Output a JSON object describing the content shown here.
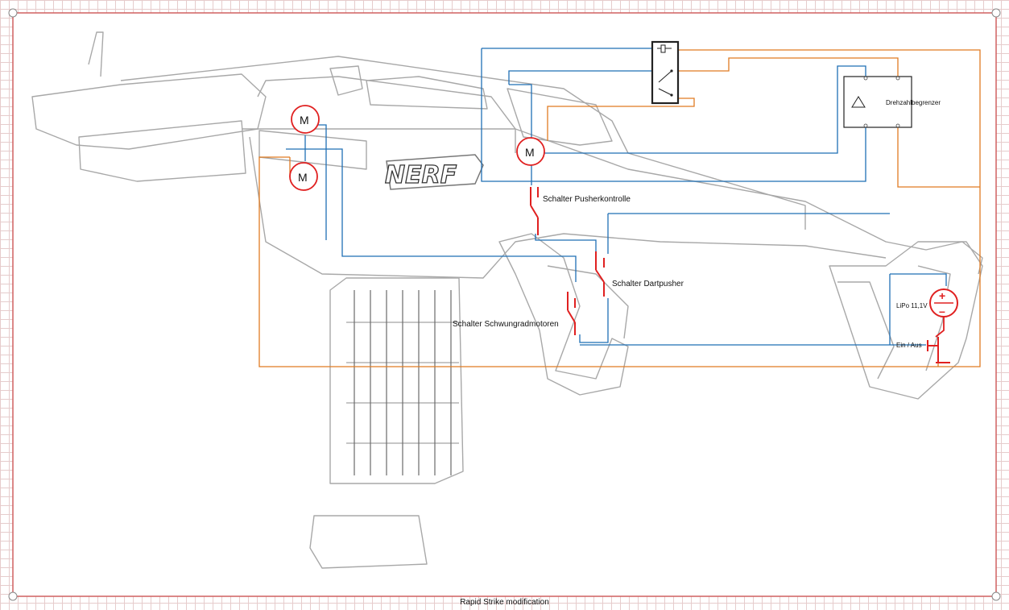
{
  "diagram": {
    "caption": "Rapid Strike modification",
    "brand_logo": "NERF",
    "motors": [
      {
        "symbol": "M"
      },
      {
        "symbol": "M"
      },
      {
        "symbol": "M"
      }
    ],
    "switch_labels": {
      "pusher_control": "Schalter Pusherkontrolle",
      "dartpusher": "Schalter Dartpusher",
      "flywheel_motors": "Schalter Schwungradmotoren",
      "power": "Ein / Aus"
    },
    "speed_limiter_label": "Drehzahlbegrenzer",
    "battery": {
      "label": "LiPo 11,1V",
      "plus": "+",
      "minus": "–"
    },
    "colors": {
      "wire_blue": "#1f6fb5",
      "wire_orange": "#e07b22",
      "component_red": "#e02020",
      "frame_red": "#d06060",
      "outline": "#333333",
      "sketch": "#9a9a9a"
    }
  }
}
